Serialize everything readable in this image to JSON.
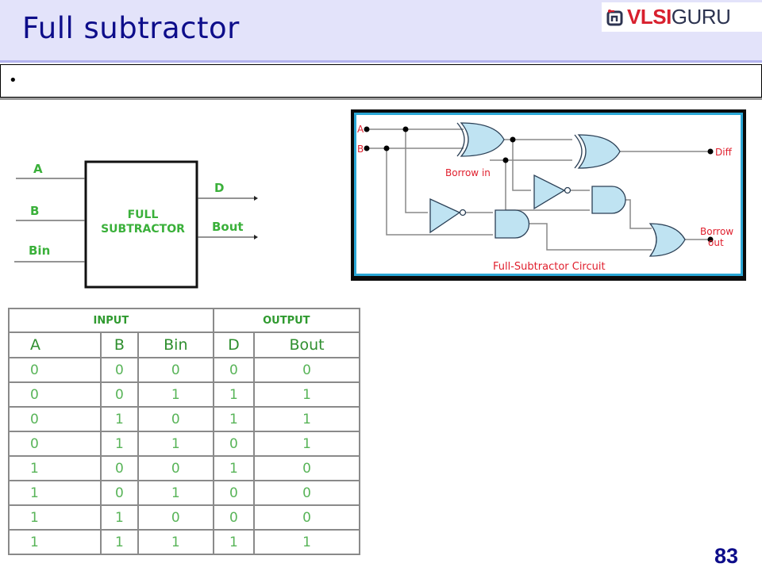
{
  "slide": {
    "title": "Full subtractor",
    "bullet": "•",
    "page_number": "83"
  },
  "logo": {
    "part1": "VLSI",
    "part2": "GURU",
    "icon": "vlsiguru-logo-icon"
  },
  "block_diagram": {
    "inputs": [
      "A",
      "B",
      "Bin"
    ],
    "outputs": [
      "D",
      "Bout"
    ],
    "box_line1": "FULL",
    "box_line2": "SUBTRACTOR",
    "label_color": "#3ab03a"
  },
  "circuit": {
    "input_a": "A",
    "input_b": "B",
    "borrow_in": "Borrow in",
    "diff": "Diff",
    "borrow_out_1": "Borrow",
    "borrow_out_2": "out",
    "caption": "Full-Subtractor Circuit",
    "label_color": "#e0202e",
    "gate_fill": "#bfe3f2"
  },
  "truth_table": {
    "group_headers": [
      "INPUT",
      "OUTPUT"
    ],
    "columns": [
      "A",
      "B",
      "Bin",
      "D",
      "Bout"
    ],
    "rows": [
      [
        "0",
        "0",
        "0",
        "0",
        "0"
      ],
      [
        "0",
        "0",
        "1",
        "1",
        "1"
      ],
      [
        "0",
        "1",
        "0",
        "1",
        "1"
      ],
      [
        "0",
        "1",
        "1",
        "0",
        "1"
      ],
      [
        "1",
        "0",
        "0",
        "1",
        "0"
      ],
      [
        "1",
        "0",
        "1",
        "0",
        "0"
      ],
      [
        "1",
        "1",
        "0",
        "0",
        "0"
      ],
      [
        "1",
        "1",
        "1",
        "1",
        "1"
      ]
    ]
  }
}
